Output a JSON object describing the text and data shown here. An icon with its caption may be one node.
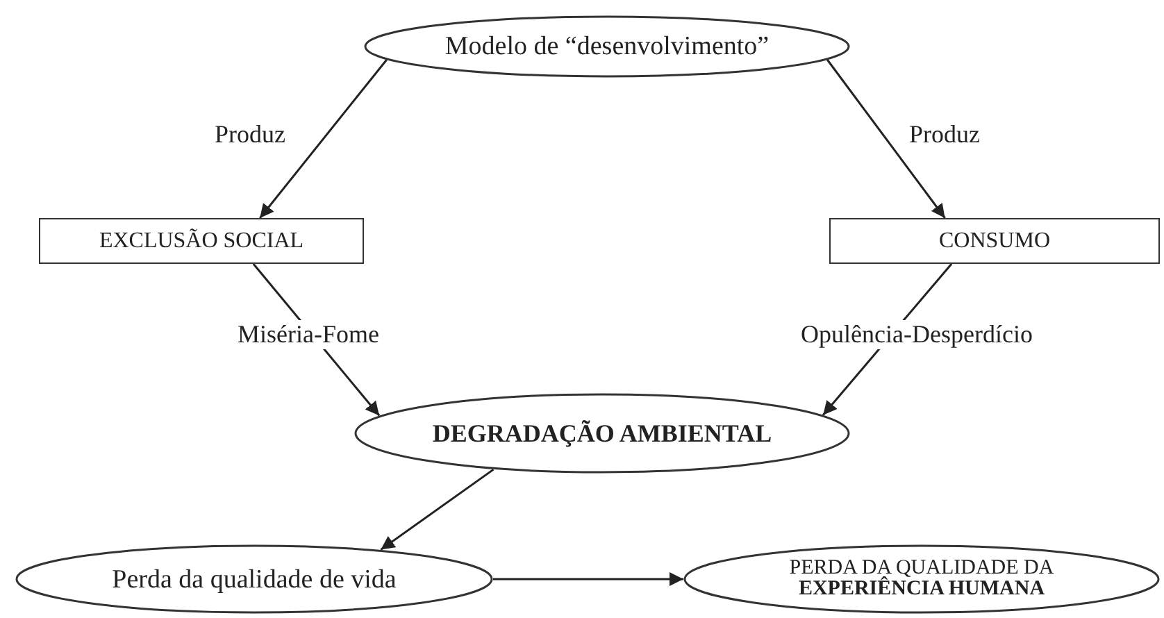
{
  "diagram": {
    "nodes": [
      {
        "text": [
          "Modelo de “desenvolvimento”"
        ]
      },
      {
        "text": [
          "EXCLUSÃO SOCIAL"
        ]
      },
      {
        "text": [
          "CONSUMO"
        ]
      },
      {
        "text": [
          "DEGRADAÇÃO AMBIENTAL"
        ]
      },
      {
        "text": [
          "Perda da qualidade de vida"
        ]
      },
      {
        "text": [
          "PERDA DA QUALIDADE DA **EXPERIÊNCIA HUMANA**"
        ]
      }
    ],
    "edges": [
      {
        "from": 0,
        "to": 1,
        "arrow": "to",
        "label": "Produz"
      },
      {
        "from": 0,
        "to": 2,
        "arrow": "to",
        "label": "Produz"
      },
      {
        "from": 1,
        "to": 3,
        "arrow": "to",
        "label": "Miséria-Fome"
      },
      {
        "from": 2,
        "to": 3,
        "arrow": "to",
        "label": "Opulência-Desperdício"
      },
      {
        "from": 3,
        "to": 4,
        "arrow": "to"
      },
      {
        "from": 4,
        "to": 5,
        "arrow": "to"
      }
    ]
  }
}
